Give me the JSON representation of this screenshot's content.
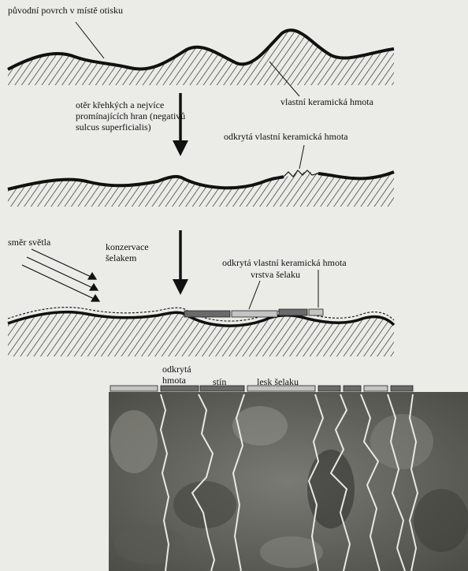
{
  "figure": {
    "stage1": {
      "label_original_surface": "původní povrch v místě otisku",
      "label_ceramic_body": "vlastní keramická hmota"
    },
    "stage2": {
      "label_abrasion": "otěr křehkých a nejvíce promínajících hran (negativů sulcus superficialis)",
      "label_exposed_body": "odkrytá vlastní keramická hmota"
    },
    "stage3": {
      "label_light_direction": "směr světla",
      "label_conservation": "konzervace šelakem",
      "label_exposed_body": "odkrytá vlastní keramická hmota",
      "label_shellac_layer": "vrstva šelaku"
    },
    "photo_legend": {
      "label_exposed_body": "odkrytá hmota",
      "label_shadow": "stín",
      "label_shellac_gloss": "lesk šelaku"
    }
  },
  "colors": {
    "background": "#ebebe7",
    "ink": "#111111",
    "exposed_body_bar": "#6a6a6a",
    "shellac_gloss_bar": "#c4c4c4"
  },
  "icons": [
    "down-arrow-icon",
    "light-ray-arrow-icon"
  ]
}
